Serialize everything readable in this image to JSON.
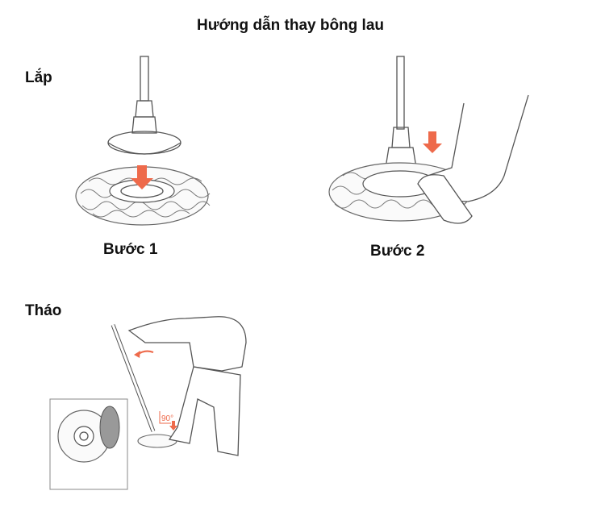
{
  "page": {
    "title": "Hướng dẫn thay bông lau"
  },
  "sections": {
    "install": {
      "label": "Lắp"
    },
    "remove": {
      "label": "Tháo"
    }
  },
  "steps": [
    {
      "label": "Bước 1"
    },
    {
      "label": "Bước 2"
    }
  ],
  "illustration": {
    "angle_label": "90°",
    "accent_color": "#ee6a4b"
  }
}
